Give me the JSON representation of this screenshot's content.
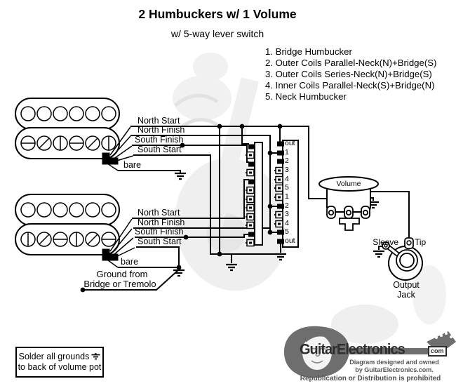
{
  "title": "2 Humbuckers w/ 1 Volume",
  "subtitle": "w/ 5-way lever switch",
  "positions": [
    "1. Bridge Humbucker",
    "2. Outer Coils Parallel-Neck(N)+Bridge(S)",
    "3. Outer Coils Series-Neck(N)+Bridge(S)",
    "4. Inner Coils Parallel-Neck(S)+Bridge(N)",
    "5. Neck Humbucker"
  ],
  "wire_labels": {
    "north_start": "North Start",
    "north_finish": "North Finish",
    "south_finish": "South Finish",
    "south_start": "South Start",
    "bare": "bare"
  },
  "ground_note": {
    "line1": "Ground from",
    "line2": "Bridge or Tremolo"
  },
  "selector_switch": {
    "terminals": [
      "out",
      "1",
      "2",
      "3",
      "4",
      "5",
      "1",
      "2",
      "3",
      "4",
      "5",
      "out"
    ]
  },
  "volume_pot": {
    "label": "Volume"
  },
  "output_jack": {
    "sleeve": "Sleeve",
    "tip": "Tip",
    "caption_line1": "Output",
    "caption_line2": "Jack"
  },
  "note_box": {
    "line1": "Solder all grounds",
    "line2": "to back of volume pot"
  },
  "logo": {
    "brand": "GuitarElectronics",
    "domain_badge": "com",
    "credit_line1": "Diagram designed and owned",
    "credit_line2": "by GuitarElectronics.com.",
    "warning": "Republication or Distribution is prohibited"
  },
  "colors": {
    "wire": "#000000",
    "logo_gray": "#6e6e6e",
    "watermark": "#ebebeb"
  }
}
